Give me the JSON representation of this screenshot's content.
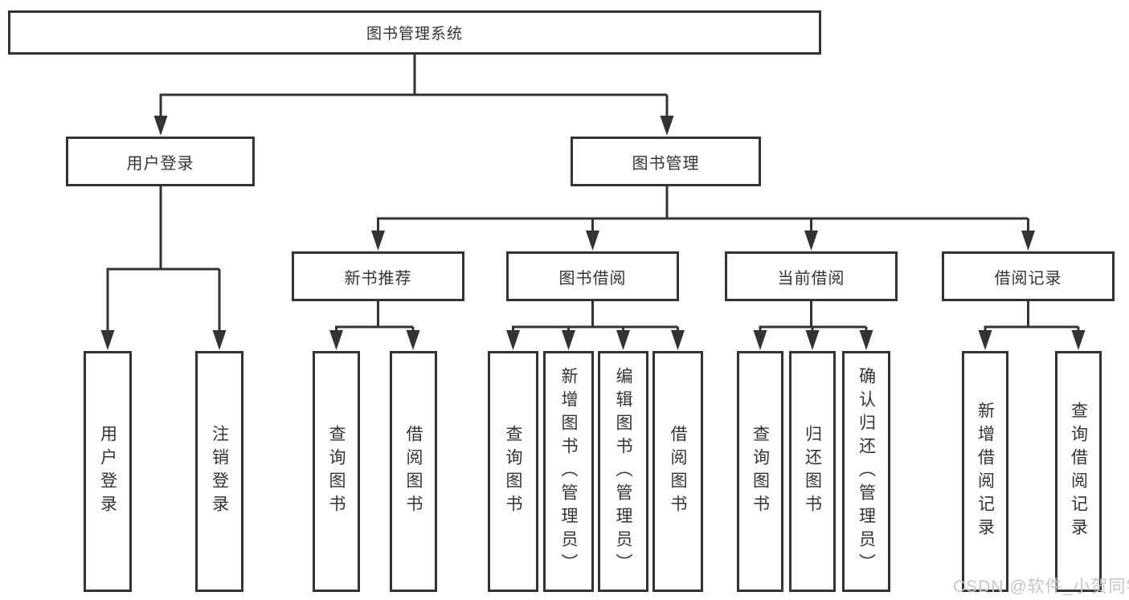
{
  "diagram": {
    "root": {
      "label": "图书管理系统"
    },
    "level1": {
      "user_login": {
        "label": "用户登录"
      },
      "book_management": {
        "label": "图书管理"
      }
    },
    "level2": {
      "new_book_recommend": {
        "label": "新书推荐"
      },
      "book_borrow": {
        "label": "图书借阅"
      },
      "current_borrow": {
        "label": "当前借阅"
      },
      "borrow_records": {
        "label": "借阅记录"
      }
    },
    "leaves": {
      "user_login": {
        "label": "用户登录"
      },
      "logout": {
        "label": "注销登录"
      },
      "recommend_query_books": {
        "label": "查询图书"
      },
      "recommend_borrow_books": {
        "label": "借阅图书"
      },
      "borrow_query_books": {
        "label": "查询图书"
      },
      "borrow_add_books_admin": {
        "label": "新增图书（管理员）"
      },
      "borrow_edit_books_admin": {
        "label": "编辑图书（管理员）"
      },
      "borrow_borrow_books": {
        "label": "借阅图书"
      },
      "current_query_books": {
        "label": "查询图书"
      },
      "current_return_books": {
        "label": "归还图书"
      },
      "current_confirm_return_admin": {
        "label": "确认归还（管理员）"
      },
      "records_add_record": {
        "label": "新增借阅记录"
      },
      "records_query_record": {
        "label": "查询借阅记录"
      }
    },
    "watermark": {
      "text": "CSDN @软件_小贺同学"
    },
    "colors": {
      "line": "#333333",
      "text": "#333333",
      "background": "#ffffff",
      "watermark": "#c6c6c6"
    }
  }
}
